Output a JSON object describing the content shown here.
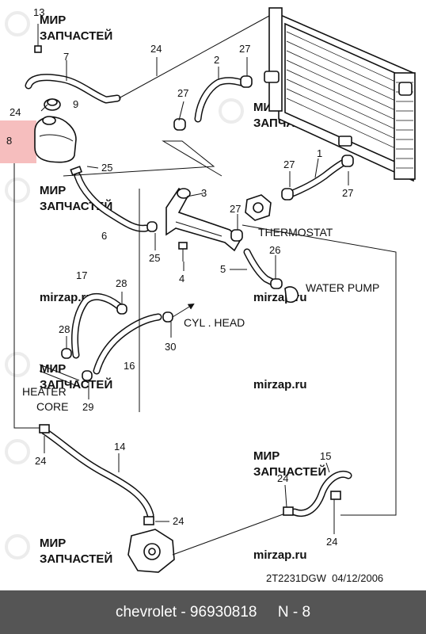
{
  "highlight": {
    "label": "8"
  },
  "callouts": {
    "p1": "1",
    "p2": "2",
    "p3": "3",
    "p4": "4",
    "p5": "5",
    "p6": "6",
    "p7": "7",
    "p8": "8",
    "p9": "9",
    "p13": "13",
    "p14": "14",
    "p15": "15",
    "p16": "16",
    "p17": "17",
    "p24": "24",
    "p25": "25",
    "p26": "26",
    "p27": "27",
    "p28": "28",
    "p29": "29",
    "p30": "30"
  },
  "labels": {
    "thermostat": "THERMOSTAT",
    "water_pump": "WATER PUMP",
    "cyl_head": "CYL . HEAD",
    "heater": "HEATER",
    "core": "CORE"
  },
  "diagram_code": "2T2231DGW  04/12/2006",
  "watermark": {
    "line1": "МИР",
    "line2": "ЗАПЧАСТЕЙ",
    "site": "mirzap.ru"
  },
  "footer": {
    "text": "chevrolet - 96930818     N - 8"
  },
  "colors": {
    "highlight": "#f4b3b3",
    "footer_bg": "#555555",
    "footer_text": "#ffffff"
  }
}
